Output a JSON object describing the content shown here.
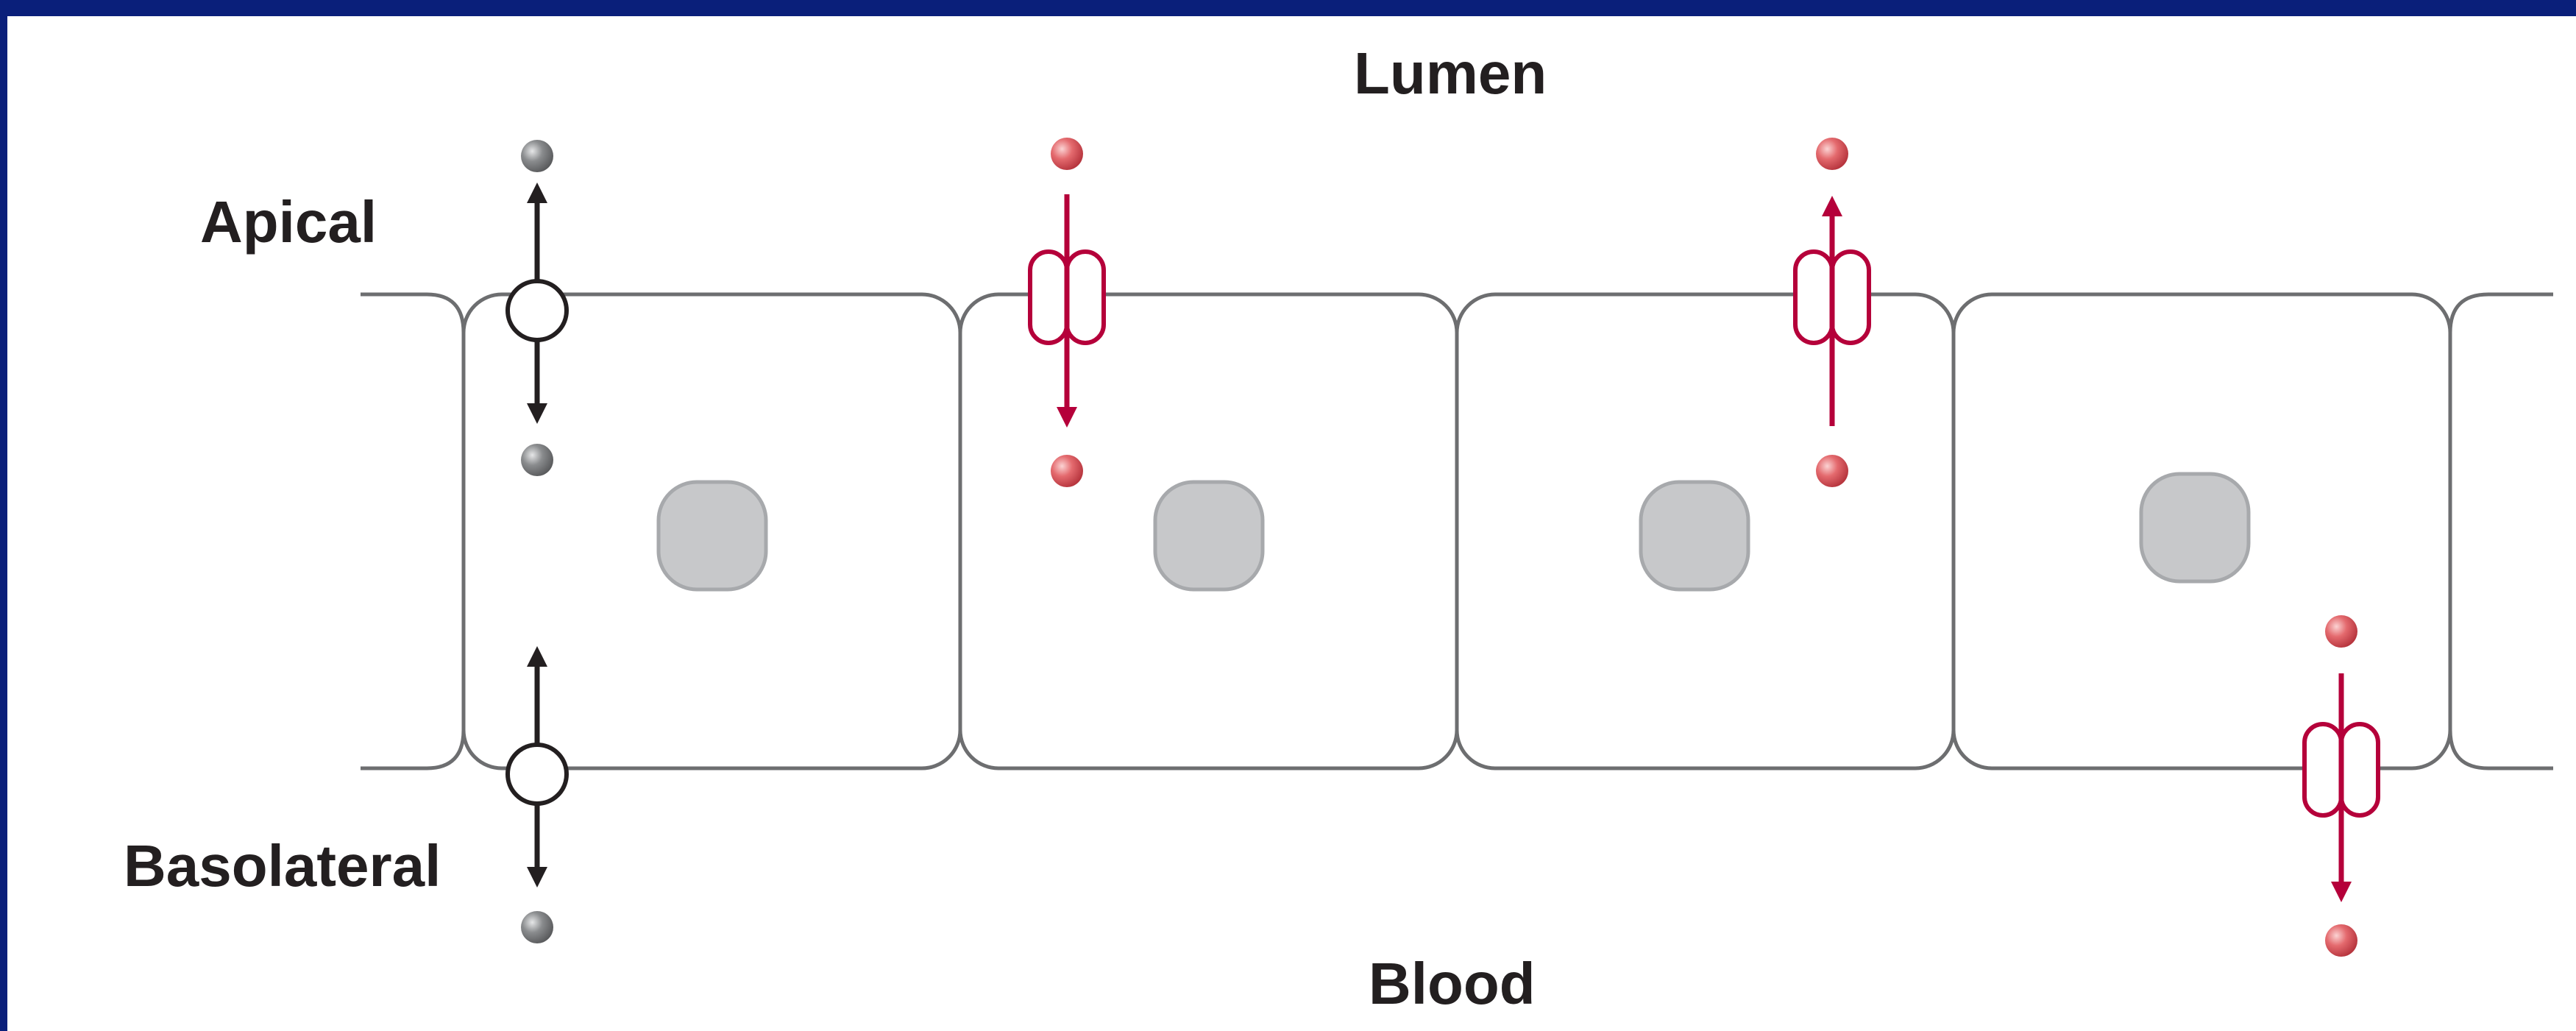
{
  "labels": {
    "top": "Lumen",
    "apical": "Apical",
    "basolateral": "Basolateral",
    "bottom": "Blood"
  },
  "colors": {
    "frame": "#0a1f7a",
    "background": "#ffffff",
    "membrane": "#6d6e70",
    "nucleus_fill": "#c7c8ca",
    "nucleus_stroke": "#a7a9ac",
    "channel": "#b5003a",
    "solute_red": "#e46a6e",
    "solute_gray": "#8a8c8e",
    "arrow_black": "#231f20",
    "text": "#231f20"
  }
}
